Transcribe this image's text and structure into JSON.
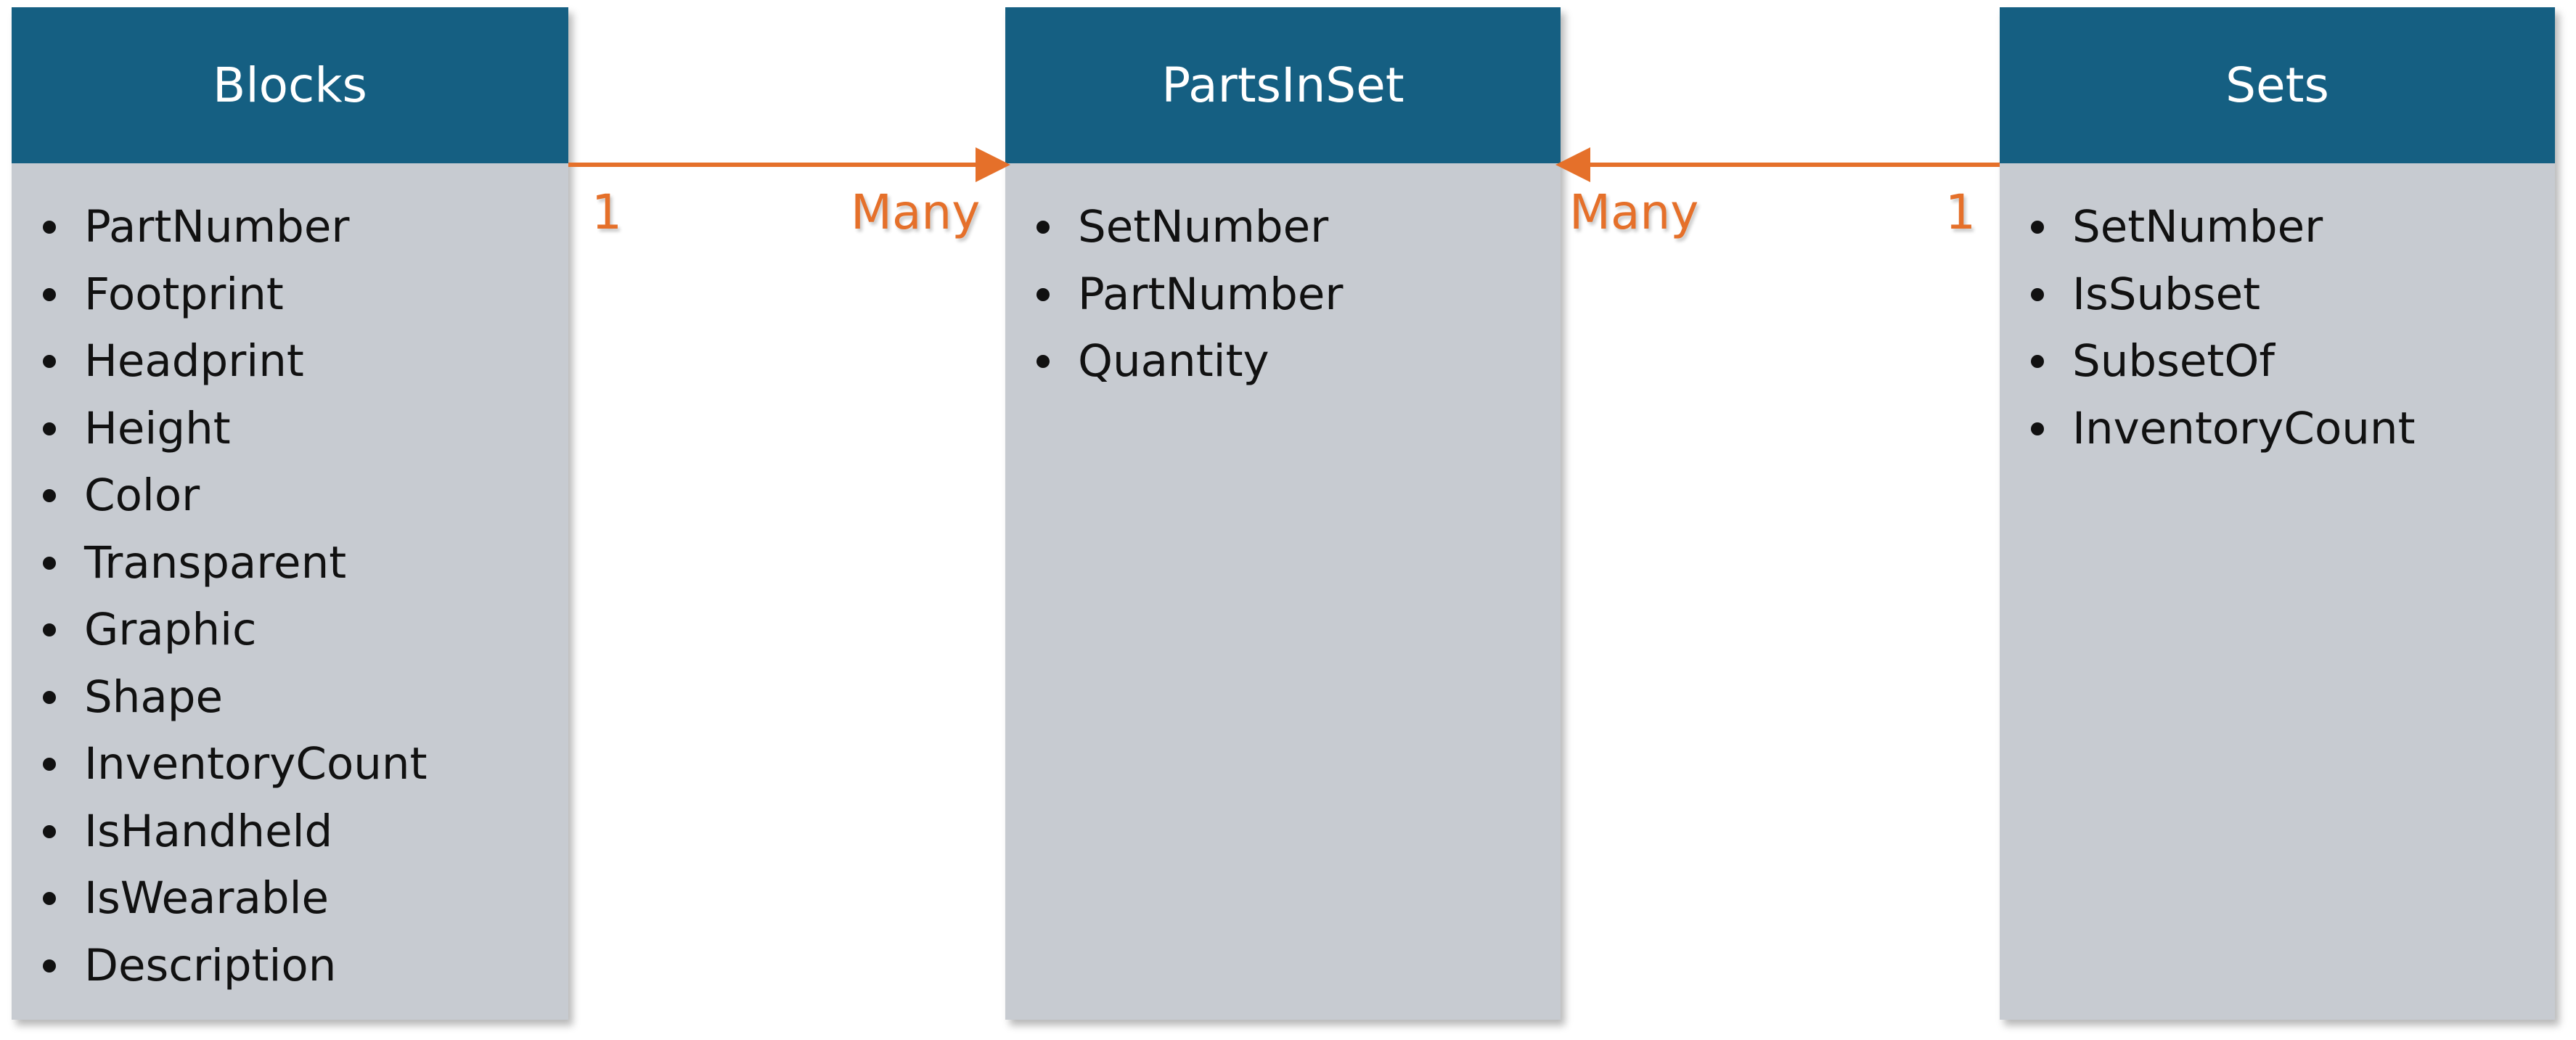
{
  "colors": {
    "header": "#155f82",
    "body": "#c7cbd1",
    "connector": "#e5702a"
  },
  "entities": {
    "blocks": {
      "title": "Blocks",
      "fields": [
        "PartNumber",
        "Footprint",
        "Headprint",
        "Height",
        "Color",
        "Transparent",
        "Graphic",
        "Shape",
        "InventoryCount",
        "IsHandheld",
        "IsWearable",
        "Description"
      ]
    },
    "partsinset": {
      "title": "PartsInSet",
      "fields": [
        "SetNumber",
        "PartNumber",
        "Quantity"
      ]
    },
    "sets": {
      "title": "Sets",
      "fields": [
        "SetNumber",
        "IsSubset",
        "SubsetOf",
        "InventoryCount"
      ]
    }
  },
  "relationships": {
    "blocks_to_partsinset": {
      "from_label": "1",
      "to_label": "Many"
    },
    "sets_to_partsinset": {
      "from_label": "1",
      "to_label": "Many"
    }
  }
}
